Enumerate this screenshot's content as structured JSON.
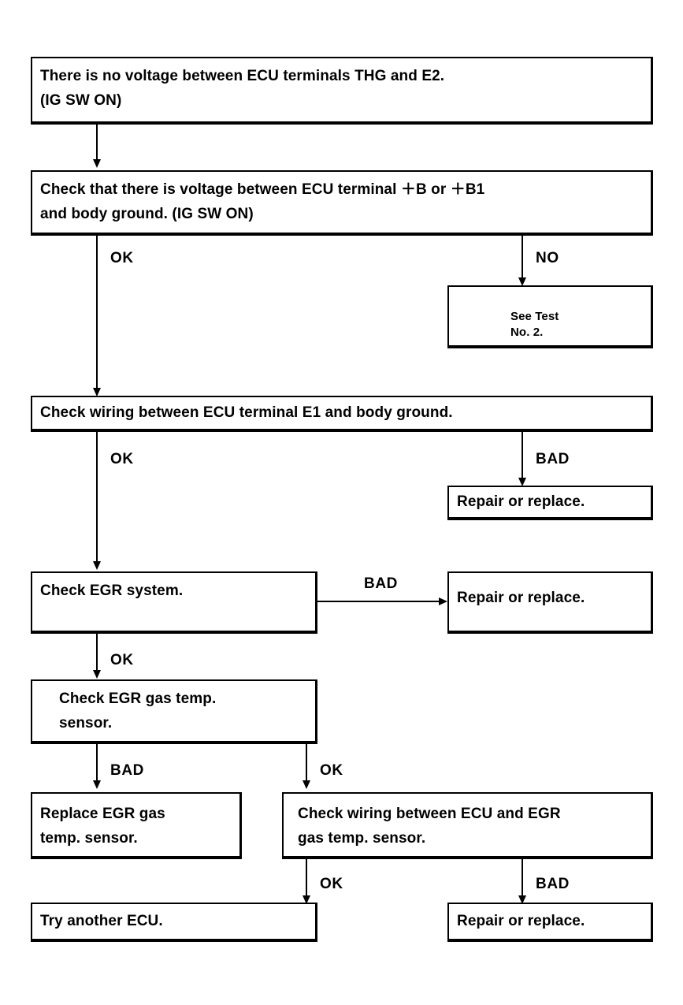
{
  "diagram": {
    "type": "flowchart",
    "title_text": "EGR gas temperature sensor circuit troubleshooting flow",
    "nodes": {
      "symptom": "There is no voltage between ECU terminals THG and E2.\n(IG SW ON)",
      "check_b_voltage": "Check that there is voltage between ECU terminal ＋B or ＋B1\nand body ground.  (IG SW ON)",
      "see_test_2": "See Test\nNo. 2.",
      "check_e1_wiring": "Check wiring between ECU terminal E1 and body ground.",
      "repair_or_replace_1": "Repair or replace.",
      "check_egr_system": "Check EGR system.",
      "repair_or_replace_2": "Repair or replace.",
      "check_egr_sensor": "Check EGR gas temp.\nsensor.",
      "replace_egr_sensor": "Replace EGR gas\ntemp. sensor.",
      "check_sensor_wiring": "Check wiring between ECU and EGR\ngas temp. sensor.",
      "try_another_ecu": "Try another ECU.",
      "repair_or_replace_3": "Repair or replace."
    },
    "edge_labels": {
      "ok_1": "OK",
      "no_1": "NO",
      "ok_2": "OK",
      "bad_1": "BAD",
      "ok_3": "OK",
      "bad_2": "BAD",
      "bad_3": "BAD",
      "ok_4": "OK",
      "ok_5": "OK",
      "bad_4": "BAD"
    },
    "colors": {
      "ink": "#000000",
      "paper": "#ffffff"
    }
  }
}
